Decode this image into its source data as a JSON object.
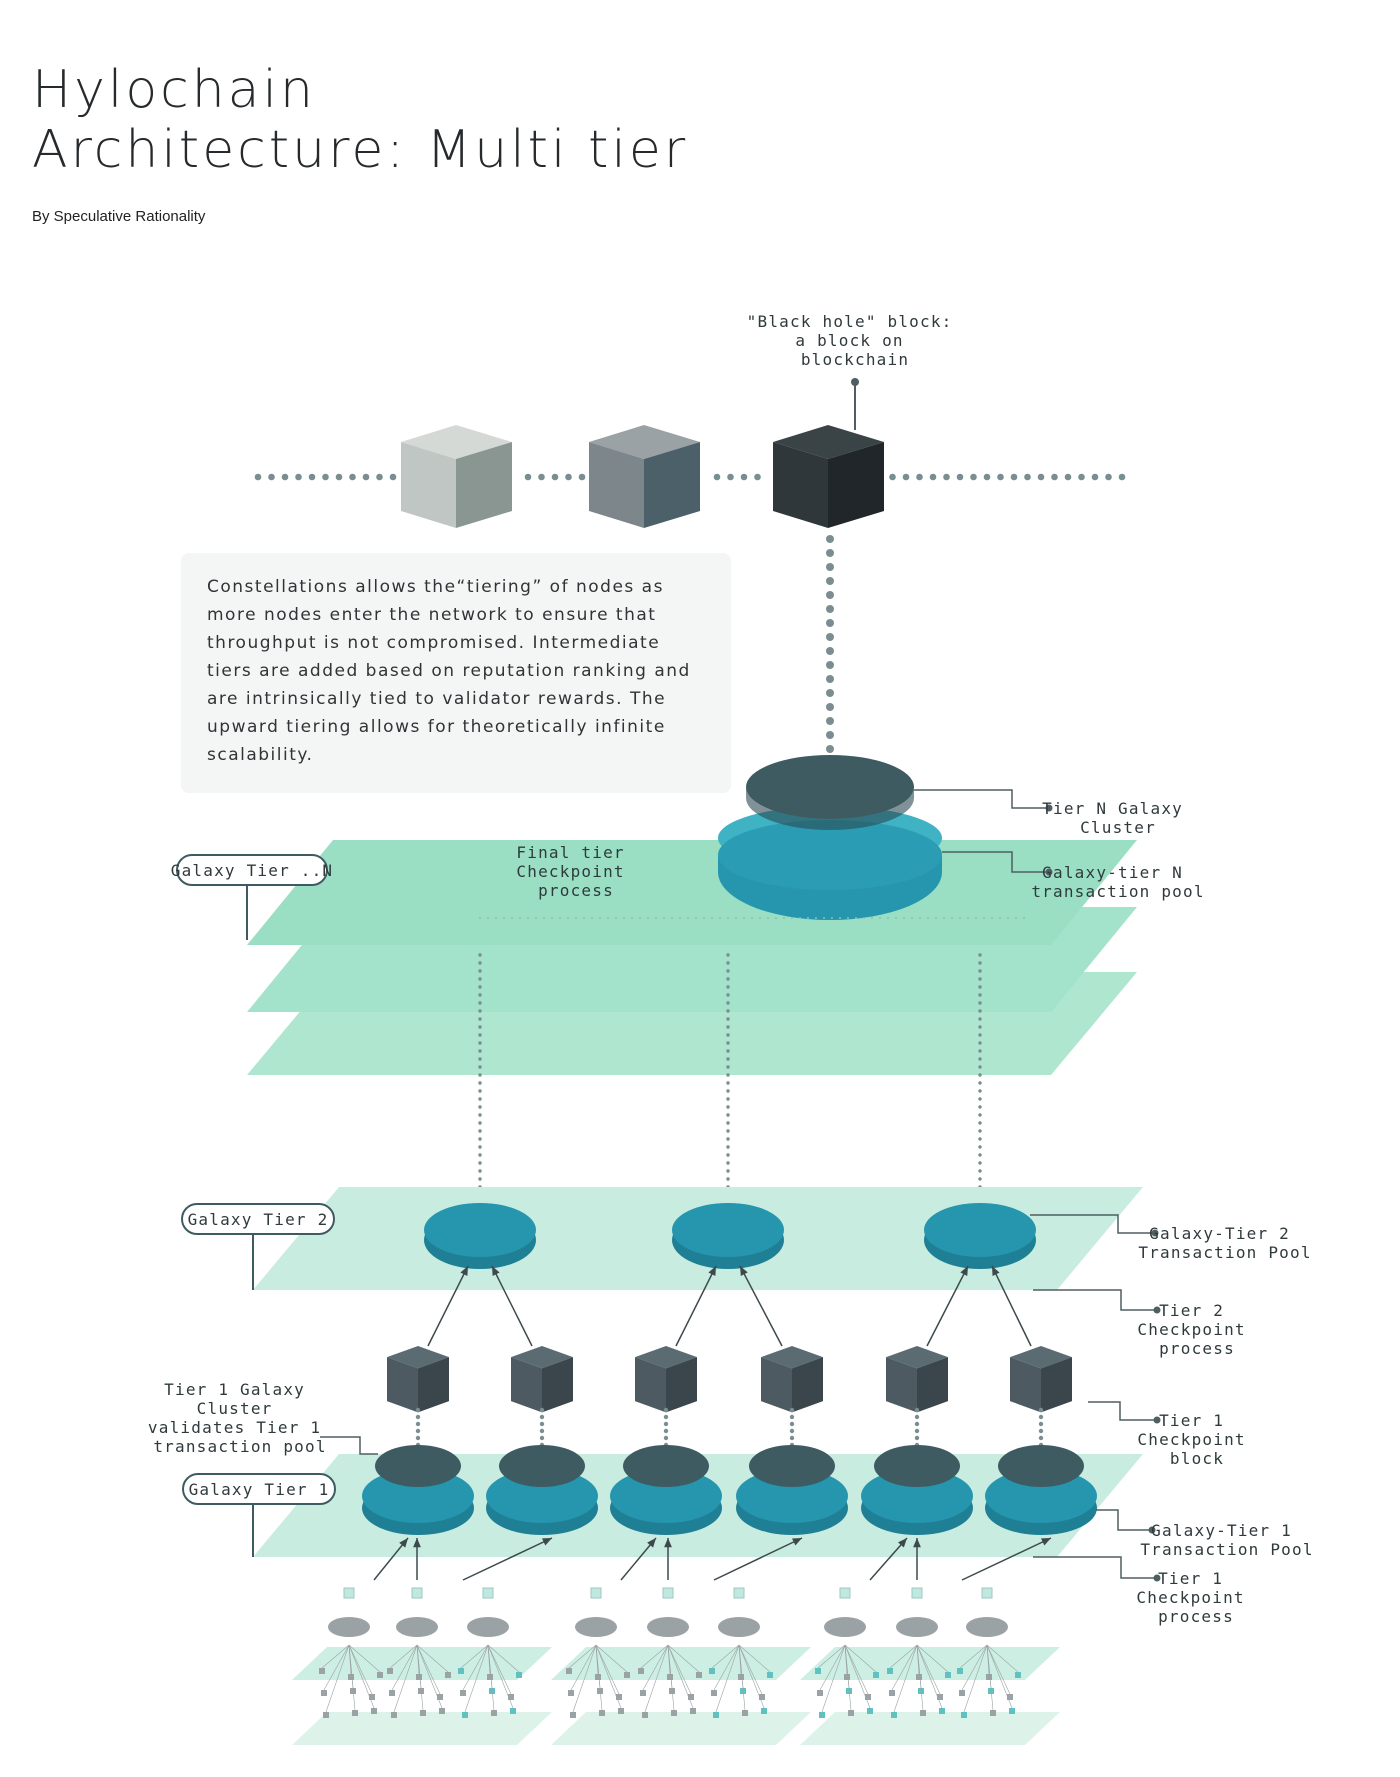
{
  "title": {
    "line1": "Hylochain",
    "line2": "Architecture: Multi tier",
    "byline": "By Speculative Rationality"
  },
  "info_box": {
    "text": "Constellations allows the“tiering” of nodes as more nodes enter the network to ensure that throughput is not compromised. Intermediate tiers are added based on reputation ranking and are intrinsically tied to validator rewards. The upward tiering allows for theoretically infinite scalability."
  },
  "labels": {
    "black_hole": [
      "\"Black hole\" block:",
      "a block on",
      "blockchain"
    ],
    "final_tier": [
      "Final tier",
      "Checkpoint",
      "process"
    ],
    "tier_n_cluster": [
      "Tier N Galaxy",
      "Cluster"
    ],
    "tier_n_pool": [
      "Galaxy-tier N",
      "transaction pool"
    ],
    "tier2_pool": [
      "Galaxy-Tier 2",
      "Transaction Pool"
    ],
    "tier2_checkpoint": [
      "Tier 2",
      "Checkpoint",
      "process"
    ],
    "tier1_block": [
      "Tier 1",
      "Checkpoint",
      "block"
    ],
    "tier1_cluster": [
      "Tier 1 Galaxy",
      "Cluster",
      "validates Tier 1",
      "transaction pool"
    ],
    "tier1_pool": [
      "Galaxy-Tier 1",
      "Transaction Pool"
    ],
    "tier1_checkpoint": [
      "Tier 1",
      "Checkpoint",
      "process"
    ]
  },
  "tier_pills": {
    "tier_n": "Galaxy Tier ..N",
    "tier_2": "Galaxy Tier 2",
    "tier_1": "Galaxy Tier 1"
  },
  "colors": {
    "plane_dark": "#9adfc4",
    "plane_light": "#c8ecdf",
    "pool": "#2596ae",
    "cluster": "#3e5b62",
    "cube_dark": "#4d5a62",
    "block_light": "#b0b7b4",
    "block_mid": "#76848a",
    "block_black": "#2b3336",
    "dots": "#7a8d90",
    "accent_node": "#5fc1c1"
  }
}
